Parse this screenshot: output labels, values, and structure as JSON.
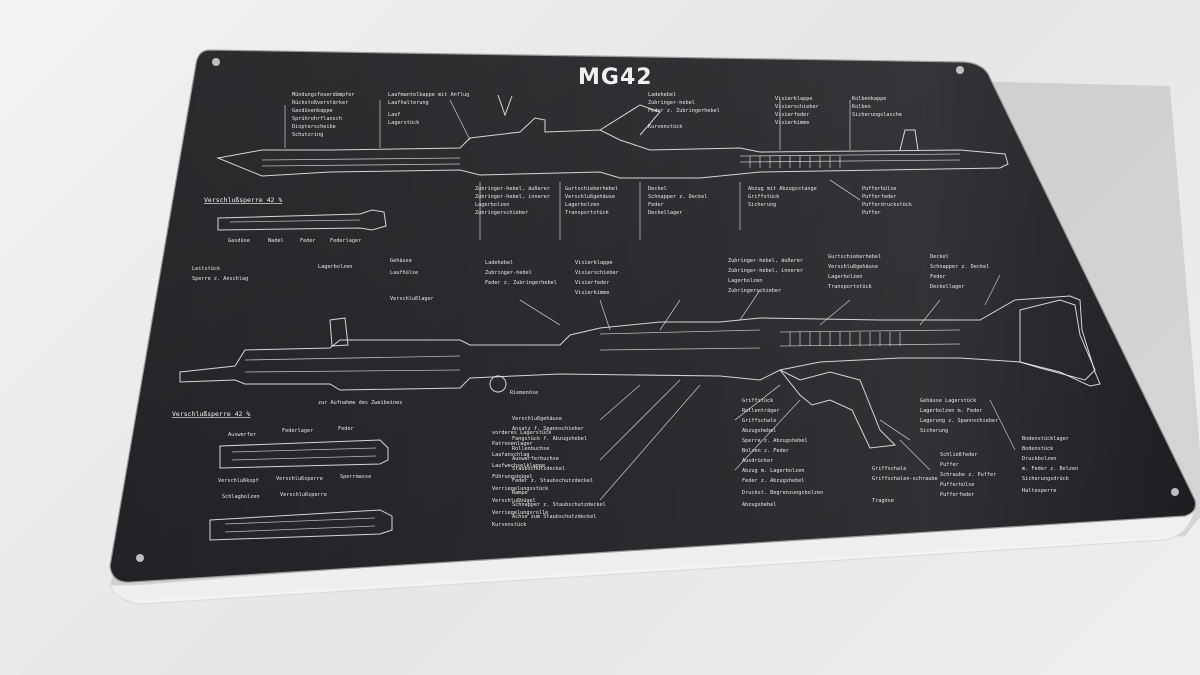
{
  "sign": {
    "title": "MG42",
    "sections": {
      "verschluss_top": "Verschlußsperre 42 %",
      "verschluss_bottom": "Verschlußsperre 42 %",
      "zweibein": "zur Aufnahme des Zweibeines",
      "riemen": "Riemenöse"
    },
    "labels": {
      "col1": [
        "Mündungsfeuerdämpfer",
        "Rückstoßverstärker",
        "Gasdüsenkappe",
        "Sprührohrflansch",
        "Diopterscheibe",
        "Schutzring"
      ],
      "col2": [
        "Laufmantelkappe mit Anflug",
        "Laufhalterung",
        "Lauf",
        "Lagerstück"
      ],
      "col3": [
        "Ladehebel",
        "Zubringer-hebel",
        "Feder z. Zubringerhebel",
        "Kurvenstück"
      ],
      "col4": [
        "Visierklappe",
        "Visierschieber",
        "Visierfeder",
        "Visierkimme"
      ],
      "col5": [
        "Zubringer-hebel, äußerer",
        "Zubringer-hebel, innerer",
        "Lagerbolzen",
        "Zubringerschieber"
      ],
      "col6": [
        "Gurtschieberhebel",
        "Verschlußgehäuse",
        "Lagerbolzen",
        "Transportstück"
      ],
      "col7": [
        "Deckel",
        "Schnapper z. Deckel",
        "Feder",
        "Deckellager"
      ],
      "col8": [
        "Abzug mit Abzugsstange",
        "Griffstück",
        "Sicherung"
      ],
      "col9": [
        "Pufferhülse",
        "Pufferfeder",
        "Pufferdruckstück",
        "Puffer"
      ],
      "col10": [
        "Kolbenkappe",
        "Kolben",
        "Sicherungslasche"
      ],
      "lower1": [
        "Verschlußgehäuse",
        "Ansatz f. Spannschieber",
        "Fangstück f. Abzugshebel",
        "Rollenbuchse",
        "Auswerferbuchse",
        "Staubschutzdeckel",
        "Feder z. Staubschutzdeckel",
        "Rampe",
        "Schnapper z. Staubschutzdeckel",
        "Achse zum Staubschutzdeckel"
      ],
      "lower2": [
        "vorderes Lagerstück",
        "Patronenlager",
        "Laufanschlag",
        "Laufwechselklappe",
        "Führungsbügel",
        "Verriegelungsstück",
        "Verschlußbügel",
        "Verriegelungsrolle",
        "Kurvenstück"
      ],
      "lower3": [
        "Griffstück",
        "Rollenträger",
        "Griffschale",
        "Abzugshebel",
        "Sperre z. Abzugshebel",
        "Bolzen z. Feder",
        "Ausdrücker",
        "Abzug m. Lagerbolzen",
        "Feder z. Abzugshebel",
        "Druckst. Begrenzungsbolzen",
        "Abzugsbebel"
      ],
      "lower4": [
        "Griffschale",
        "Griffschalen-schraube",
        "Tragöse"
      ],
      "lower5": [
        "Gehäuse Lagerstück",
        "Lagerbolzen m. Feder",
        "Lagerung z. Spannschieber",
        "Sicherung"
      ],
      "lower6": [
        "Schließfeder",
        "Puffer",
        "Schraube z. Puffer",
        "Pufferhülse",
        "Pufferfeder"
      ],
      "lower7": [
        "Bodenstücklager",
        "Bodenstück",
        "Druckbolzen",
        "m. Feder z. Bolzen",
        "Sicherungsdrück",
        "Haltesperre"
      ],
      "left_mid": [
        "Leitstück",
        "Sperre z. Anschlag",
        "Lagerbolzen",
        "Gehäuse",
        "Laufhülse",
        "Verschlußlager"
      ],
      "left_bottom": [
        "Auswerfer",
        "Federlager",
        "Feder",
        "Verschlußkopf",
        "Verschlußsperre",
        "Sperrmasse",
        "Schlagbolzen",
        "Verschlußsperre"
      ],
      "small_caption": [
        "Gasdüse",
        "Nadel",
        "Feder",
        "Federlager"
      ]
    }
  }
}
